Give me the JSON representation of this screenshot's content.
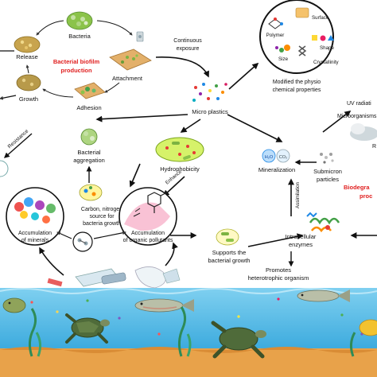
{
  "biofilm_cycle": {
    "bacteria": "Bacteria",
    "release": "Release",
    "title": "Bacterial biofilm production",
    "attachment": "Attachment",
    "growth": "Growth",
    "adhesion": "Adhesion",
    "resistance": "Resistance"
  },
  "flow": {
    "continuous_exposure": "Continuous exposure",
    "microplastics": "Micro plastics",
    "enhance": "Enhance",
    "assimilation": "Assimilation"
  },
  "properties": {
    "items": [
      "Surface",
      "Polymer",
      "Shape",
      "Size",
      "Crystallinity"
    ],
    "caption": "Modified the physio chemical properties"
  },
  "degradation": {
    "uv": "UV radiation",
    "microorganism": "Microorganisms",
    "biodegradation": "Biodegradation process",
    "mineralization": "Mineralization",
    "submicron": "Submicron particles",
    "intracellular": "Intracellular enzymes",
    "h2o": "H2O",
    "co2": "CO2"
  },
  "left_column": {
    "aggregation": "Bacterial aggregation",
    "hydrophobicity": "Hydrophobicity",
    "carbon_source": "Carbon, nitrogen source for bacteria growth",
    "minerals": "Accumulation of minerals",
    "organic": "Accumulation of organic pollutants"
  },
  "bottom": {
    "supports": "Supports the bacterial growth",
    "promotes": "Promotes heterotrophic organism"
  },
  "colors": {
    "accent_red": "#e02020",
    "ocean": "#5cbfe6",
    "sand": "#e8a24a",
    "arrow": "#111111"
  }
}
